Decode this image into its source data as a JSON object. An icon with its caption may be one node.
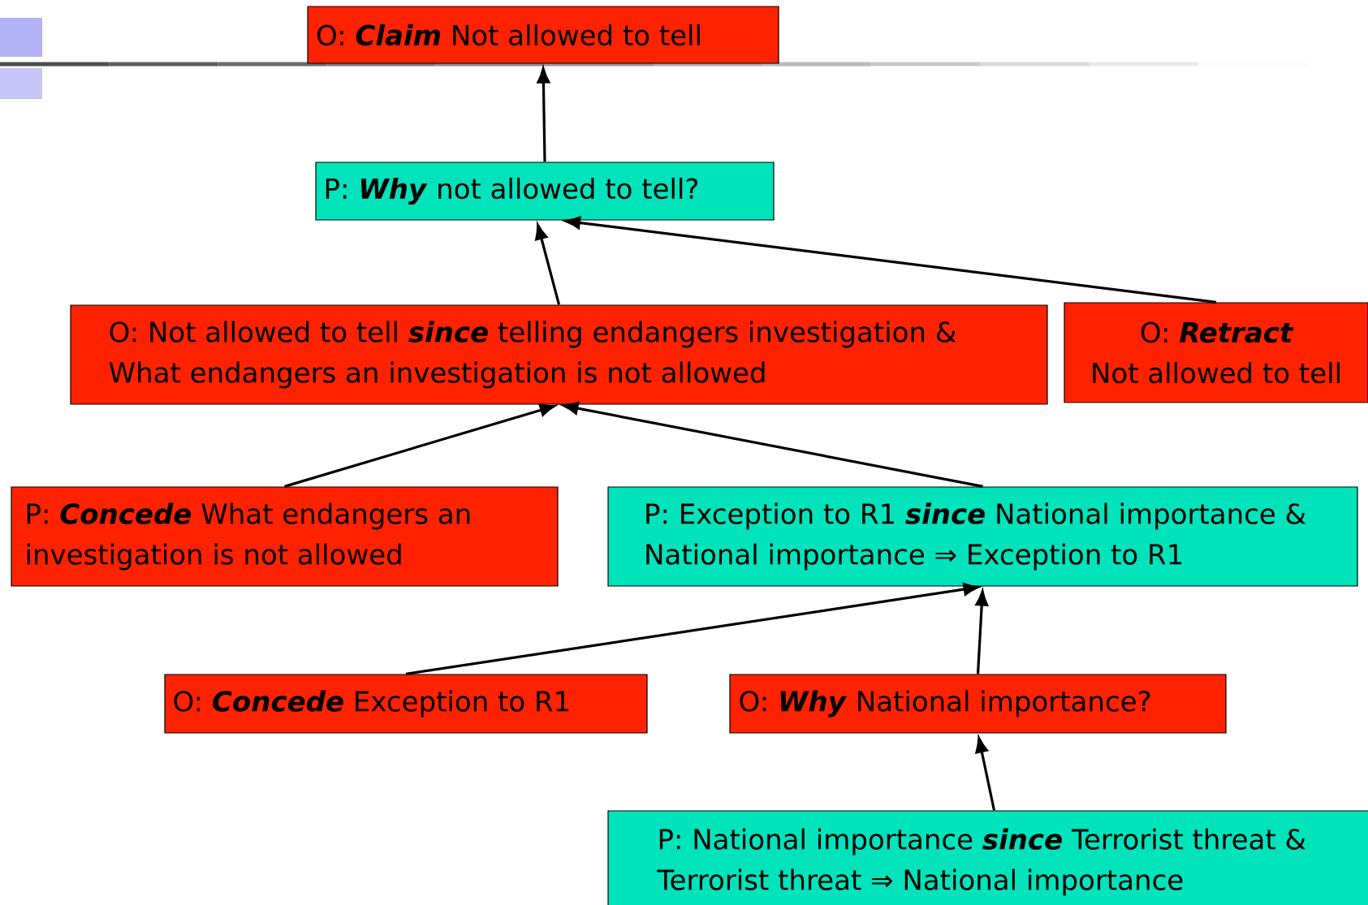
{
  "diagram": {
    "nodes": [
      {
        "text": [
          "O: **Claim** Not allowed to tell"
        ]
      },
      {
        "text": [
          "P: **Why** not allowed to tell?"
        ]
      },
      {
        "text": [
          "O: Not allowed to tell **since** telling endangers investigation & What endangers an investigation is not allowed"
        ]
      },
      {
        "text": [
          "O: **Retract** Not allowed to tell"
        ]
      },
      {
        "text": [
          "P: **Concede** What endangers an investigation is not allowed"
        ]
      },
      {
        "text": [
          "P: Exception to R1 **since** National importance & National importance ⇒ Exception to R1"
        ]
      },
      {
        "text": [
          "O: **Concede** Exception to R1"
        ]
      },
      {
        "text": [
          "O: **Why** National importance?"
        ]
      },
      {
        "text": [
          "P: National importance **since** Terrorist threat & Terrorist threat ⇒ National importance"
        ]
      }
    ],
    "edges": [
      {
        "from": 1,
        "to": 0,
        "arrow": "to"
      },
      {
        "from": 2,
        "to": 1,
        "arrow": "to"
      },
      {
        "from": 3,
        "to": 1,
        "arrow": "to"
      },
      {
        "from": 4,
        "to": 2,
        "arrow": "to"
      },
      {
        "from": 5,
        "to": 2,
        "arrow": "to"
      },
      {
        "from": 6,
        "to": 5,
        "arrow": "to"
      },
      {
        "from": 7,
        "to": 5,
        "arrow": "to"
      },
      {
        "from": 8,
        "to": 7,
        "arrow": "to"
      }
    ]
  }
}
